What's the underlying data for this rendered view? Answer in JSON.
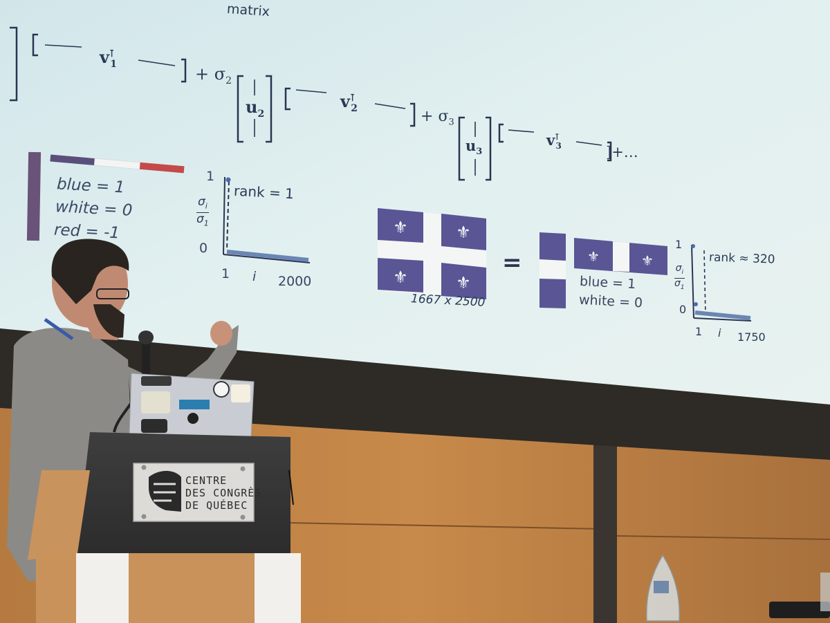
{
  "slide": {
    "partial_heading": "matrix",
    "equation": {
      "v1": "v",
      "v1_sup": "⊺",
      "v1_sub": "1",
      "sigma2": "σ",
      "sigma2_sub": "2",
      "u2": "u",
      "u2_sub": "2",
      "v2": "v",
      "v2_sup": "⊺",
      "v2_sub": "2",
      "sigma3": "σ",
      "sigma3_sub": "3",
      "u3": "u",
      "u3_sub": "3",
      "v3": "v",
      "v3_sup": "⊺",
      "v3_sub": "3",
      "ellipsis": "]+…"
    },
    "left_example": {
      "labels": [
        "blue = 1",
        "white = 0",
        "red = -1"
      ],
      "plot": {
        "y_top": "1",
        "y_bottom": "0",
        "y_label_num": "σ",
        "y_label_num_sub": "i",
        "y_label_den": "σ",
        "y_label_den_sub": "1",
        "rank_label": "rank = 1",
        "x_start": "1",
        "x_mid": "i",
        "x_end": "2000"
      }
    },
    "right_example": {
      "image_size": "1667 x 2500",
      "equals": "=",
      "labels": [
        "blue = 1",
        "white = 0"
      ],
      "plot": {
        "y_top": "1",
        "y_bottom": "0",
        "y_label_num": "σ",
        "y_label_num_sub": "i",
        "y_label_den": "σ",
        "y_label_den_sub": "1",
        "rank_label": "rank ≈ 320",
        "x_start": "1",
        "x_mid": "i",
        "x_end": "1750"
      }
    },
    "colors": {
      "slide_bg": "#d9ecef",
      "flag_blue": "#5a5594",
      "red": "#c44a4a"
    }
  },
  "podium": {
    "plaque_lines": [
      "CENTRE",
      "DES CONGRÈS",
      "DE QUÉBEC"
    ]
  }
}
